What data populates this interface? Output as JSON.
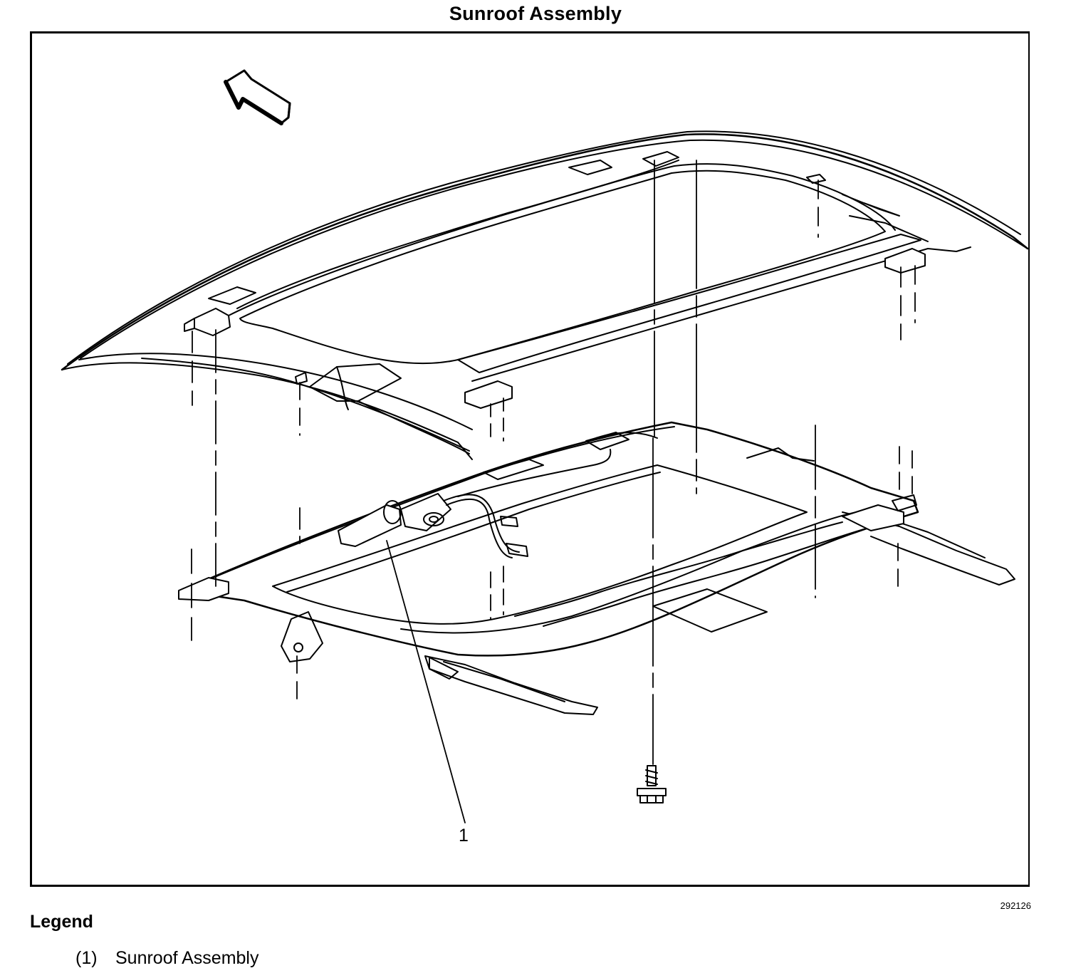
{
  "title": "Sunroof Assembly",
  "figure_number": "292126",
  "callouts": [
    {
      "label": "1"
    }
  ],
  "legend": {
    "heading": "Legend",
    "items": [
      {
        "number": "(1)",
        "text": "Sunroof Assembly"
      }
    ]
  },
  "icons": {
    "direction_arrow": "front-direction-arrow-icon",
    "fastener": "bolt-icon"
  }
}
